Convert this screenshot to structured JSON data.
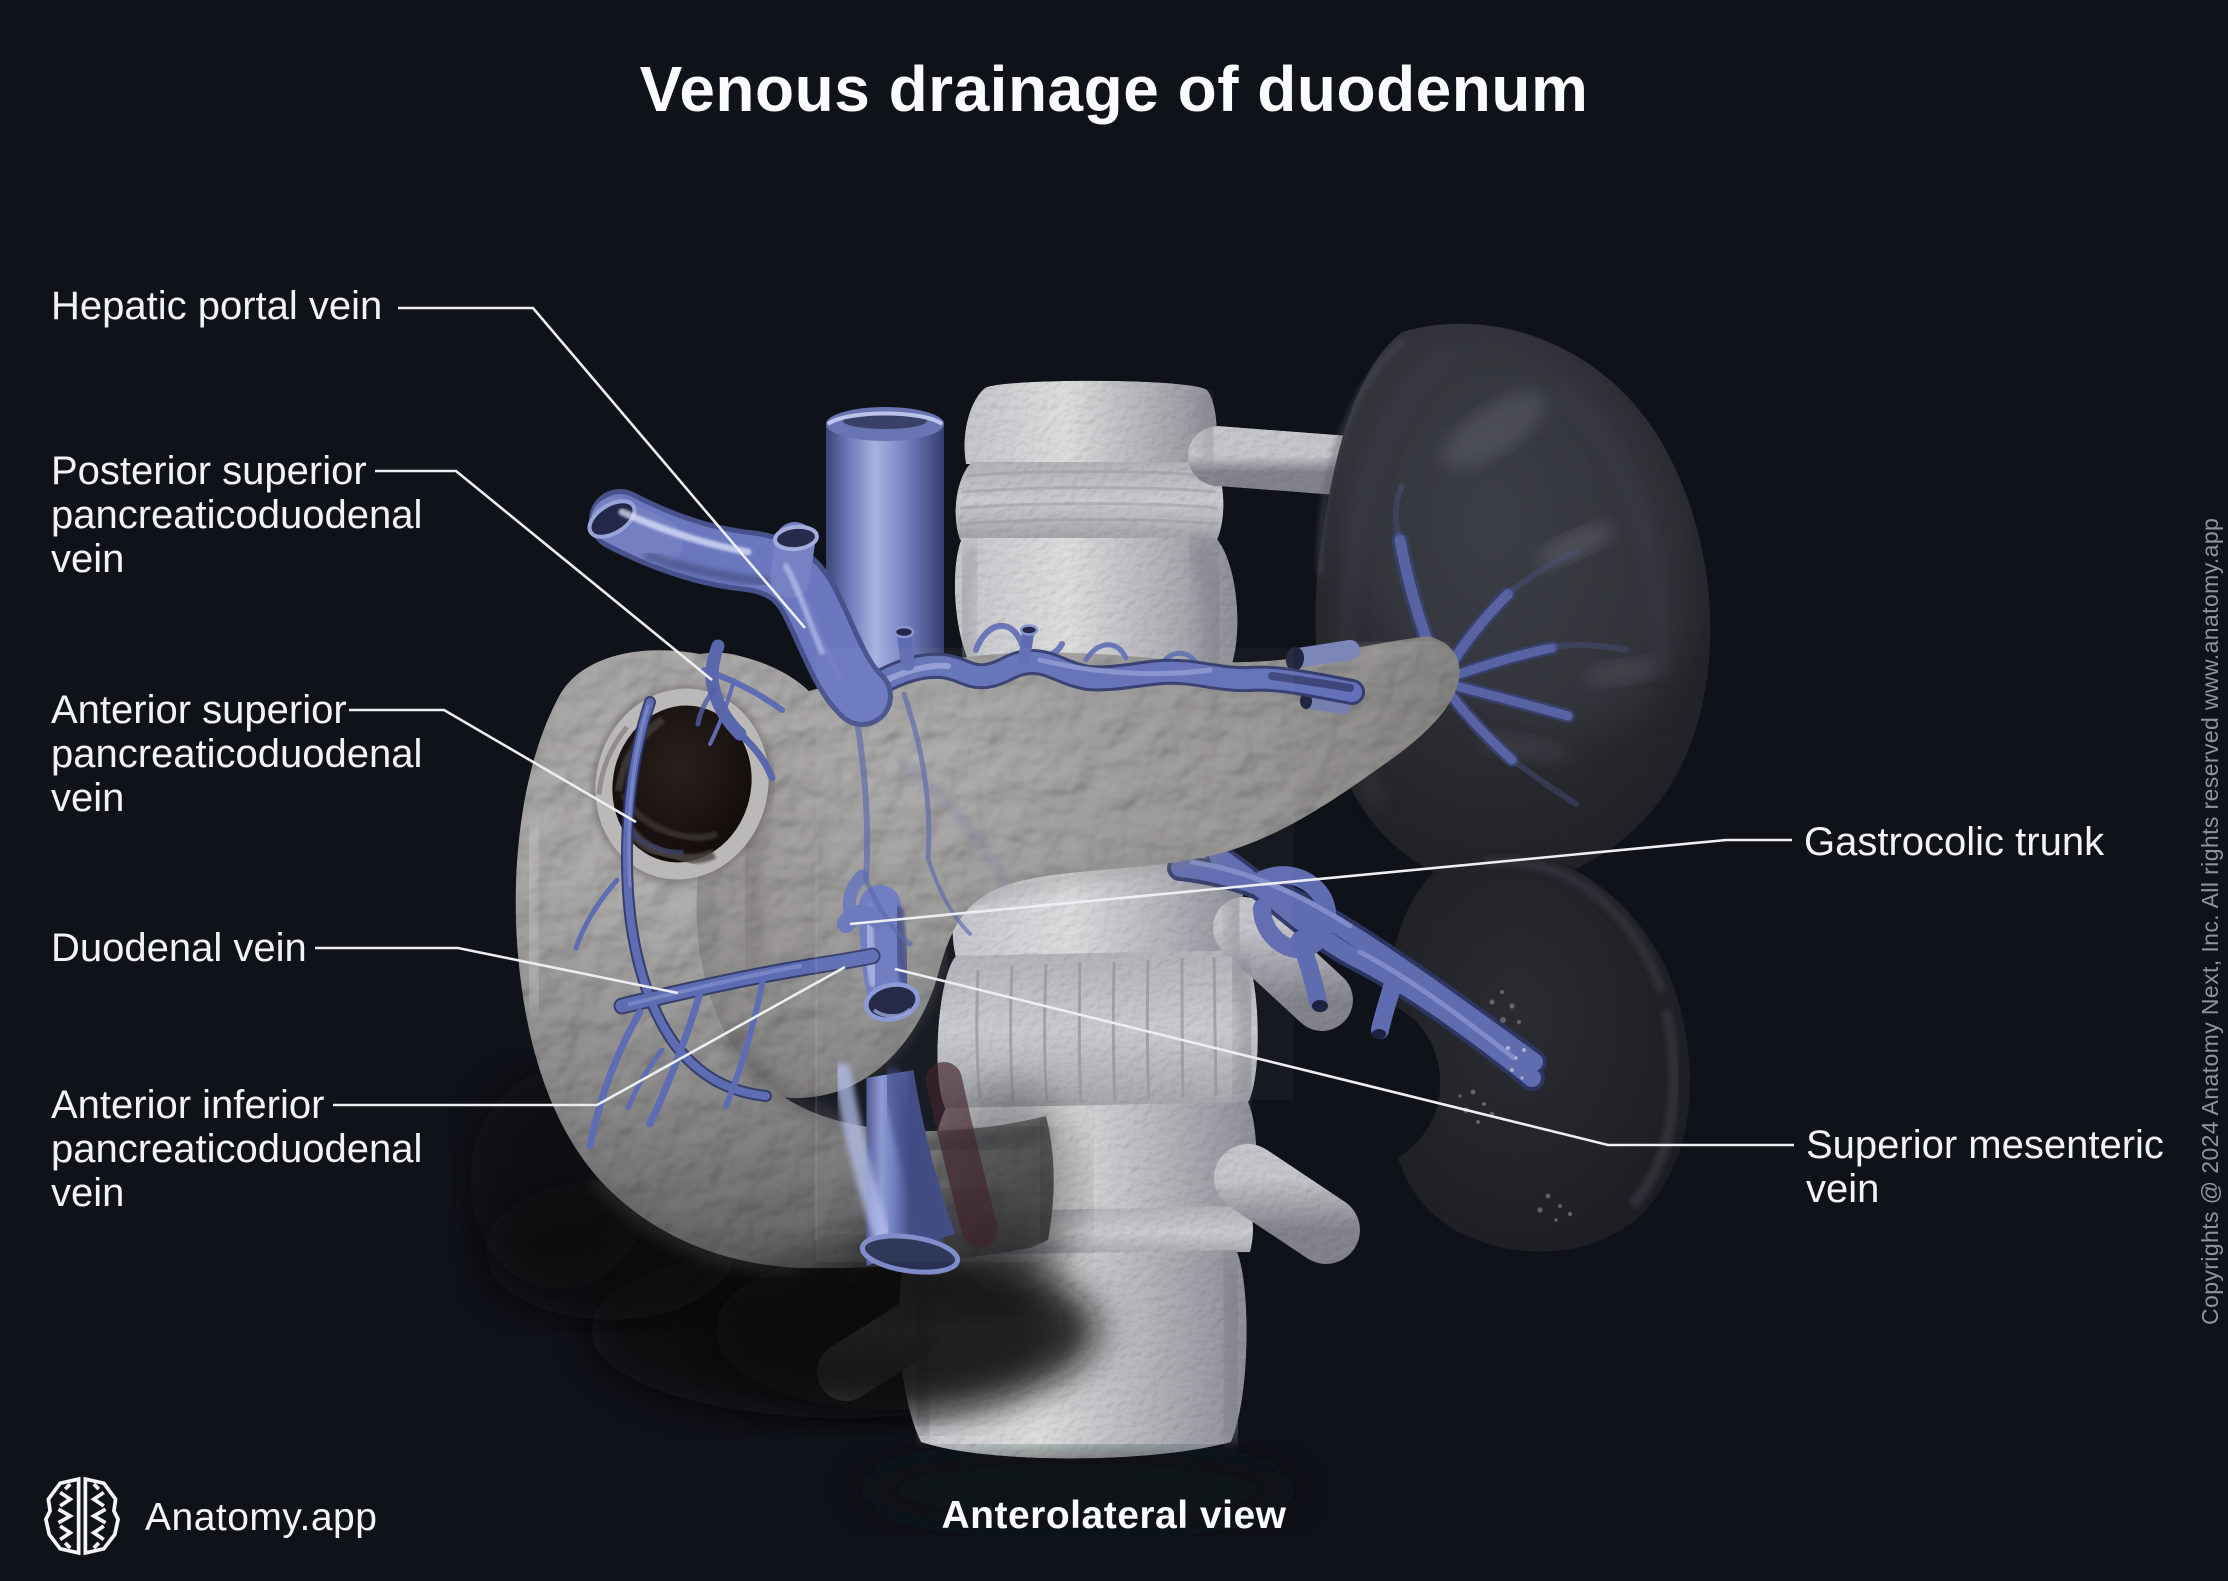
{
  "title": "Venous drainage of duodenum",
  "labels": [
    {
      "id": "hepatic-portal-vein",
      "text": "Hepatic portal vein"
    },
    {
      "id": "posterior-superior-pancreaticoduodenal-vein",
      "text": "Posterior superior pancreaticoduodenal vein"
    },
    {
      "id": "anterior-superior-pancreaticoduodenal-vein",
      "text": "Anterior superior pancreaticoduodenal vein"
    },
    {
      "id": "duodenal-vein",
      "text": "Duodenal vein"
    },
    {
      "id": "anterior-inferior-pancreaticoduodenal-vein",
      "text": "Anterior inferior pancreaticoduodenal vein"
    },
    {
      "id": "gastrocolic-trunk",
      "text": "Gastrocolic trunk"
    },
    {
      "id": "superior-mesenteric-vein",
      "text": "Superior mesenteric vein"
    }
  ],
  "footer": {
    "brand": "Anatomy.app",
    "view": "Anterolateral view",
    "logo_icon": "brain-logo-icon"
  },
  "copyright": "Copyrights @ 2024 Anatomy Next, Inc. All rights reserved www.anatomy.app",
  "colors": {
    "background": "#101219",
    "text": "#f2f3f5",
    "leader_line": "#eceef2",
    "vein_blue": "#6b78bf",
    "vein_highlight": "#b6c0ea",
    "bone": "#cfcfd4",
    "organ_gray": "#aeacab",
    "spleen_dark": "#26272c",
    "kidney_dark": "#1a1b1f"
  }
}
